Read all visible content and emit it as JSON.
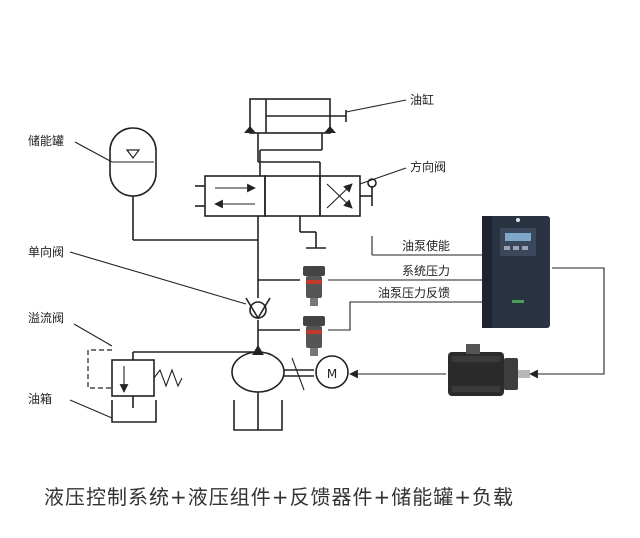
{
  "labels": {
    "cylinder": "油缸",
    "directional_valve": "方向阀",
    "accumulator": "储能罐",
    "check_valve": "单向阀",
    "relief_valve": "溢流阀",
    "tank": "油箱",
    "motor": "M"
  },
  "signals": {
    "pump_enable": "油泵使能",
    "system_pressure": "系统压力",
    "pump_pressure_feedback": "油泵压力反馈"
  },
  "caption": "液压控制系统+液压组件+反馈器件+储能罐+负载",
  "colors": {
    "line": "#222222",
    "vfd_body": "#2a3342",
    "vfd_panel": "#3b475a",
    "sensor_body": "#444444",
    "sensor_accent": "#c0392b",
    "servo_body": "#2b2b2b",
    "servo_shaft": "#b8b8b8"
  }
}
